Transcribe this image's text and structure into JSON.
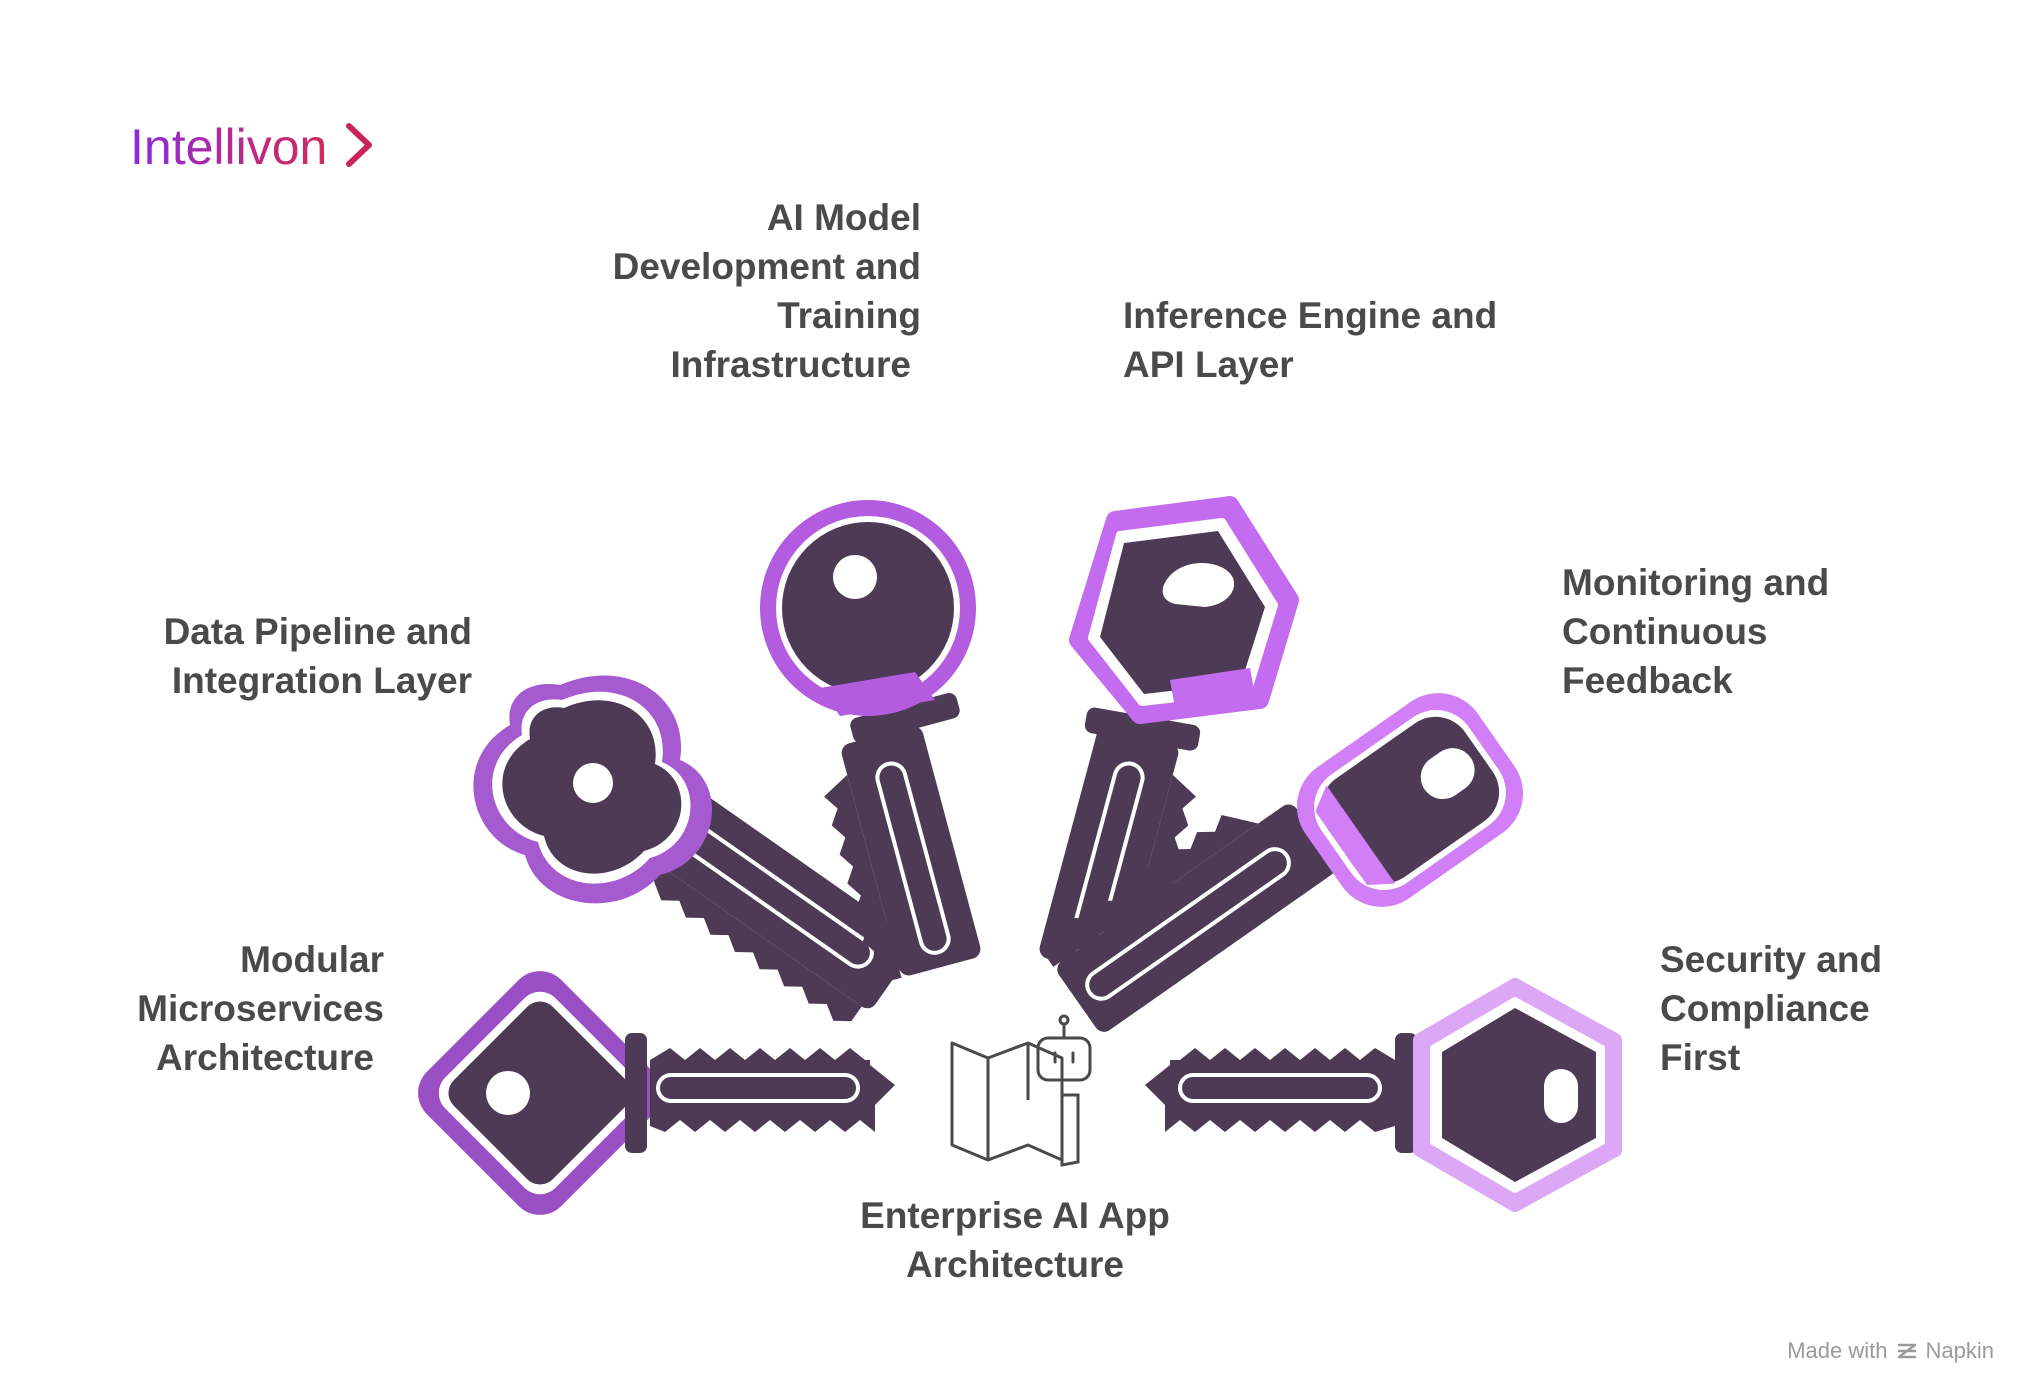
{
  "logo": {
    "text": "Intellivon",
    "chevron": "chevron-right-icon"
  },
  "center": {
    "title_line1": "Enterprise AI App",
    "title_line2": "Architecture",
    "icons": [
      "map-icon",
      "robot-icon"
    ]
  },
  "keys": [
    {
      "line1": "Modular",
      "line2": "Microservices",
      "line3": "Architecture",
      "color": "#9b4fc4"
    },
    {
      "line1": "Data Pipeline and",
      "line2": "Integration Layer",
      "color": "#a55ad0"
    },
    {
      "line1": "AI Model",
      "line2": "Development and",
      "line3": "Training",
      "line4": "Infrastructure",
      "color": "#b35ce0"
    },
    {
      "line1": "Inference Engine and",
      "line2": "API Layer",
      "color": "#c46cf0"
    },
    {
      "line1": "Monitoring and",
      "line2": "Continuous",
      "line3": "Feedback",
      "color": "#d27ef7"
    },
    {
      "line1": "Security and",
      "line2": "Compliance",
      "line3": "First",
      "color": "#dca7f5"
    }
  ],
  "colors": {
    "key_body": "#4d3b55",
    "text": "#4a4a4a"
  },
  "footer": {
    "made_with": "Made with",
    "brand": "Napkin",
    "icon": "napkin-logo-icon"
  }
}
